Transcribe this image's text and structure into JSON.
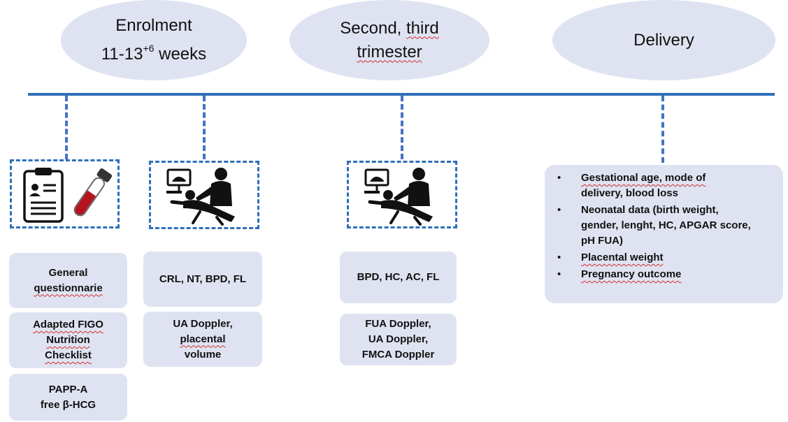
{
  "phases": [
    {
      "line1": "Enrolment",
      "line2_base": "11-13",
      "line2_sup": "+6",
      "line2_rest": " weeks"
    },
    {
      "line1_a": "Second, ",
      "line1_b": "third",
      "line2": "trimester"
    },
    {
      "line1": "Delivery"
    }
  ],
  "enrolment_boxes": {
    "questionnaire": [
      "General",
      "questionnarie"
    ],
    "figo": [
      "Adapted FIGO",
      "Nutrition",
      "Checklist"
    ],
    "papp": [
      "PAPP-A",
      "free β-HCG"
    ]
  },
  "enrolment_us_boxes": {
    "biometry": "CRL, NT, BPD, FL",
    "doppler": [
      "UA Doppler,",
      "placental",
      "volume"
    ]
  },
  "trimester_boxes": {
    "biometry": "BPD, HC, AC, FL",
    "doppler": [
      "FUA Doppler,",
      "UA Doppler,",
      "FMCA Doppler"
    ]
  },
  "delivery_outcomes": [
    [
      "Gestational age, mode of",
      "delivery, blood loss"
    ],
    [
      "Neonatal data (birth weight,",
      "gender, lenght, HC, APGAR score,",
      "pH FUA)"
    ],
    [
      "Placental weight"
    ],
    [
      "Pregnancy outcome"
    ]
  ],
  "icons": {
    "enrolment_labs": "clipboard-and-blood-tube-icon",
    "ultrasound": "ultrasound-exam-icon"
  },
  "colors": {
    "timeline": "#2e6fba",
    "connector": "#4472c4",
    "box_fill": "#dfe3f1",
    "blood": "#b5141f"
  }
}
